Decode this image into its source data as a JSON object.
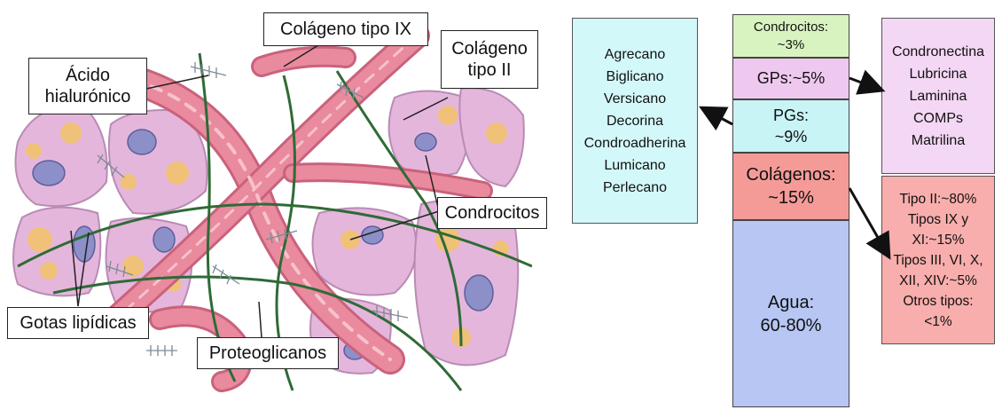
{
  "labels": {
    "acido_hialuronico": "Ácido\nhialurónico",
    "colageno_ix": "Colágeno tipo IX",
    "colageno_ii": "Colágeno\ntipo II",
    "condrocitos": "Condrocitos",
    "gotas_lipidicas": "Gotas lipídicas",
    "proteoglicanos": "Proteoglicanos"
  },
  "composition": {
    "condrocitos": "Condrocitos:\n~3%",
    "gps": "GPs:~5%",
    "pgs": "PGs:\n~9%",
    "colagenos": "Colágenos:\n~15%",
    "agua": "Agua:\n60-80%"
  },
  "pg_box": "Agrecano\nBiglicano\nVersicano\nDecorina\nCondroadherina\nLumicano\nPerlecano",
  "gp_box": "Condronectina\nLubricina\nLaminina\nCOMPs\nMatrilina",
  "col_box": "Tipo II:~80%\nTipos IX y\nXI:~15%\nTipos III, VI, X,\nXII, XIV:~5%\nOtros tipos:\n<1%",
  "colors": {
    "condrocitos": "#d9f3c0",
    "gps": "#efc8ef",
    "pgs": "#c8f4f6",
    "colagenos": "#f49b98",
    "agua": "#b7c6f2",
    "pg_box": "#d3f8fa",
    "gp_box": "#f4d7f4",
    "col_box": "#f8aeac",
    "fiber": "#e98a9e",
    "cell": "#e5b6dc",
    "nucleus": "#8c8fc8",
    "lipid": "#f0c178",
    "strand": "#2f6b36"
  }
}
